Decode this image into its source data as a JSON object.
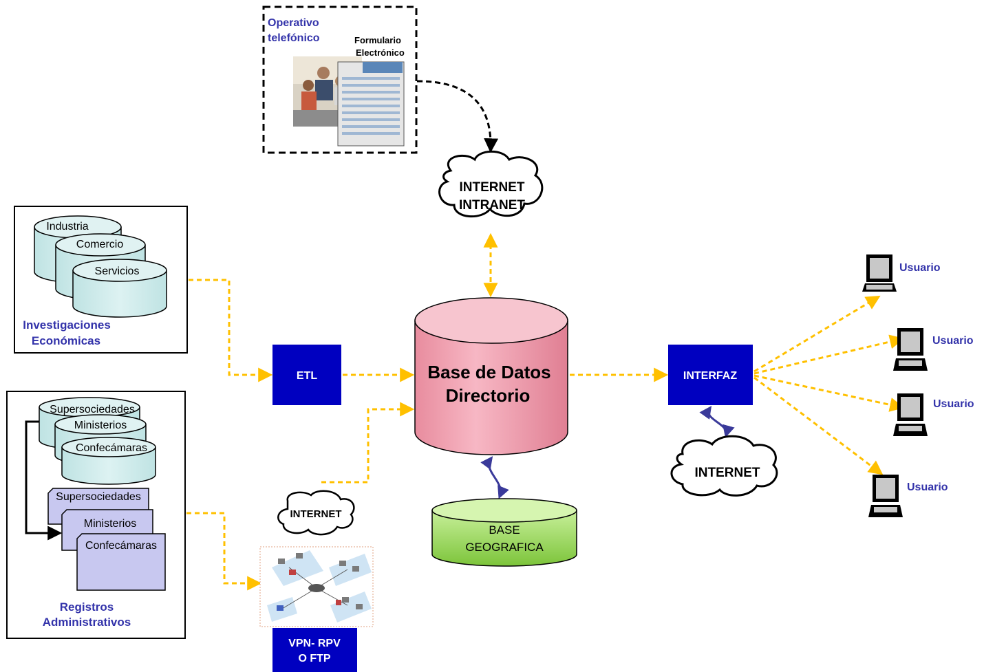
{
  "phone_box": {
    "title_line1": "Operativo",
    "title_line2": "telefónico",
    "form_line1": "Formulario",
    "form_line2": "Electrónico"
  },
  "cloud_top": {
    "line1": "INTERNET",
    "line2": "INTRANET"
  },
  "investigaciones": {
    "db1": "Industria",
    "db2": "Comercio",
    "db3": "Servicios",
    "label_line1": "Investigaciones",
    "label_line2": "Económicas"
  },
  "registros": {
    "db1": "Supersociedades",
    "db2": "Ministerios",
    "db3": "Confecámaras",
    "doc1": "Supersociedades",
    "doc2": "Ministerios",
    "doc3": "Confecámaras",
    "label_line1": "Registros",
    "label_line2": "Administrativos"
  },
  "etl": {
    "label": "ETL"
  },
  "main_db": {
    "line1": "Base de Datos",
    "line2": "Directorio"
  },
  "geo_db": {
    "line1": "BASE",
    "line2": "GEOGRAFICA"
  },
  "cloud_small": {
    "label": "INTERNET"
  },
  "vpn": {
    "line1": "VPN- RPV",
    "line2": "O FTP"
  },
  "interfaz": {
    "label": "INTERFAZ"
  },
  "cloud_right": {
    "label": "INTERNET"
  },
  "users": [
    "Usuario",
    "Usuario",
    "Usuario",
    "Usuario"
  ],
  "colors": {
    "arrow_orange": "#FFC000",
    "box_blue": "#0000C0",
    "arrow_purple": "#4040A0",
    "label_blue": "#3333AA",
    "db_teal": "#CDEBEB",
    "db_pink": "#F2A4B4",
    "db_green": "#9ED85A",
    "doc_lavender": "#C8C8F0"
  }
}
